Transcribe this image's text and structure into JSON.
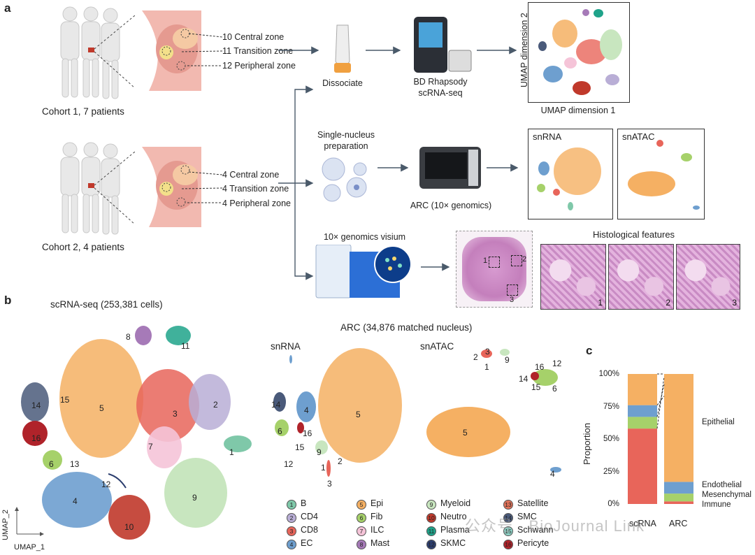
{
  "panel_a": {
    "letter": "a",
    "cohort1": {
      "label": "Cohort 1, 7 patients",
      "zones": [
        "10 Central zone",
        "11 Transition zone",
        "12 Peripheral zone"
      ]
    },
    "cohort2": {
      "label": "Cohort 2, 4 patients",
      "zones": [
        "4 Central zone",
        "4 Transition zone",
        "4 Peripheral zone"
      ]
    },
    "dissociate": "Dissociate",
    "bd_line1": "BD Rhapsody",
    "bd_line2": "scRNA-seq",
    "umap_dim1": "UMAP dimension 1",
    "umap_dim2": "UMAP dimension 2",
    "sn_prep_line1": "Single-nucleus",
    "sn_prep_line2": "preparation",
    "arc_label": "ARC (10× genomics)",
    "snrna_box": "snRNA",
    "snatac_box": "snATAC",
    "visium": "10× genomics visium",
    "histo_title": "Histological features",
    "slide_regions": [
      "1",
      "2",
      "3"
    ],
    "histo_panels": [
      "1",
      "2",
      "3"
    ]
  },
  "panel_b": {
    "letter": "b",
    "scrna_title": "scRNA-seq (253,381 cells)",
    "arc_title": "ARC (34,876 matched nucleus)",
    "snrna_label": "snRNA",
    "snatac_label": "snATAC",
    "umap_x": "UMAP_1",
    "umap_y": "UMAP_2",
    "scrna_clusters": [
      "8",
      "11",
      "5",
      "3",
      "2",
      "15",
      "14",
      "16",
      "7",
      "1",
      "6",
      "13",
      "12",
      "4",
      "9",
      "10"
    ],
    "snrna_clusters": [
      "14",
      "4",
      "5",
      "6",
      "16",
      "15",
      "9",
      "12",
      "2",
      "1",
      "3"
    ],
    "snatac_clusters": [
      "2",
      "3",
      "1",
      "9",
      "16",
      "12",
      "14",
      "15",
      "6",
      "5",
      "4"
    ]
  },
  "legend": [
    {
      "num": "1",
      "label": "B",
      "color": "#7fc8a9"
    },
    {
      "num": "2",
      "label": "CD4",
      "color": "#b9aed6"
    },
    {
      "num": "3",
      "label": "CD8",
      "color": "#e8655a"
    },
    {
      "num": "4",
      "label": "EC",
      "color": "#6e9fcf"
    },
    {
      "num": "5",
      "label": "Epi",
      "color": "#f5b063"
    },
    {
      "num": "6",
      "label": "Fib",
      "color": "#a6d16a"
    },
    {
      "num": "7",
      "label": "ILC",
      "color": "#f5c4d8"
    },
    {
      "num": "8",
      "label": "Mast",
      "color": "#a67ab8"
    },
    {
      "num": "9",
      "label": "Myeloid",
      "color": "#c8e6bf"
    },
    {
      "num": "10",
      "label": "Neutro",
      "color": "#c0392b"
    },
    {
      "num": "11",
      "label": "Plasma",
      "color": "#1fa38a"
    },
    {
      "num": "12",
      "label": "SKMC",
      "color": "#2c3e6e"
    },
    {
      "num": "13",
      "label": "Satellite",
      "color": "#e0735a"
    },
    {
      "num": "14",
      "label": "SMC",
      "color": "#4a5a7a"
    },
    {
      "num": "15",
      "label": "Schwann",
      "color": "#8fd3c7"
    },
    {
      "num": "16",
      "label": "Pericyte",
      "color": "#b0232a"
    }
  ],
  "panel_c": {
    "letter": "c",
    "ylabel": "Proportion",
    "yticks": [
      "100%",
      "75%",
      "50%",
      "25%",
      "0%"
    ],
    "bars": [
      "scRNA",
      "ARC"
    ],
    "groups": [
      "Epithelial",
      "Endothelial",
      "Mesenchymal",
      "Immune"
    ]
  },
  "chart_data": {
    "type": "bar",
    "stacked": true,
    "categories": [
      "scRNA",
      "ARC"
    ],
    "ylabel": "Proportion",
    "ylim": [
      0,
      1
    ],
    "series": [
      {
        "name": "Immune",
        "values": [
          0.58,
          0.02
        ],
        "color": "#e8655a"
      },
      {
        "name": "Mesenchymal",
        "values": [
          0.09,
          0.06
        ],
        "color": "#a6d16a"
      },
      {
        "name": "Endothelial",
        "values": [
          0.09,
          0.09
        ],
        "color": "#6e9fcf"
      },
      {
        "name": "Epithelial",
        "values": [
          0.24,
          0.83
        ],
        "color": "#f5b063"
      }
    ]
  },
  "watermark": "公众号 · BioJournal Link"
}
